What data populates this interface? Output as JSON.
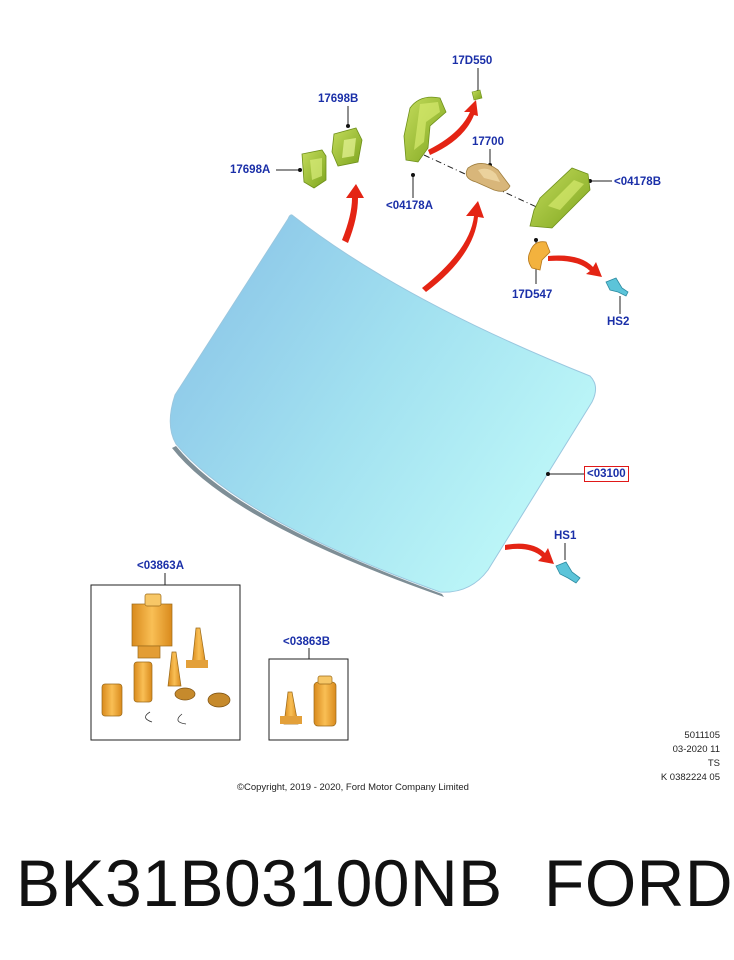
{
  "labels": {
    "p17D550": "17D550",
    "p17698B": "17698B",
    "p17698A": "17698A",
    "p17700": "17700",
    "p04178A": "<04178A",
    "p04178B": "<04178B",
    "p17D547": "17D547",
    "hs2": "HS2",
    "p03100": "<03100",
    "hs1": "HS1",
    "p03863A": "<03863A",
    "p03863B": "<03863B"
  },
  "meta": {
    "line1": "5011105",
    "line2": "03-2020 11",
    "line3": "TS",
    "line4": "K 0382224 05"
  },
  "copyright": "©Copyright, 2019 - 2020, Ford Motor Company Limited",
  "footer": {
    "part_number": "BK31B03100NB",
    "brand": "FORD"
  },
  "colors": {
    "label": "#1a2fa8",
    "highlight": "#e01818",
    "arrow": "#e01818",
    "glass_light": "#aef1f6",
    "glass_dark": "#7fb8e2",
    "bracket_green": "#9bc12e",
    "kit_orange": "#f2a93a"
  }
}
